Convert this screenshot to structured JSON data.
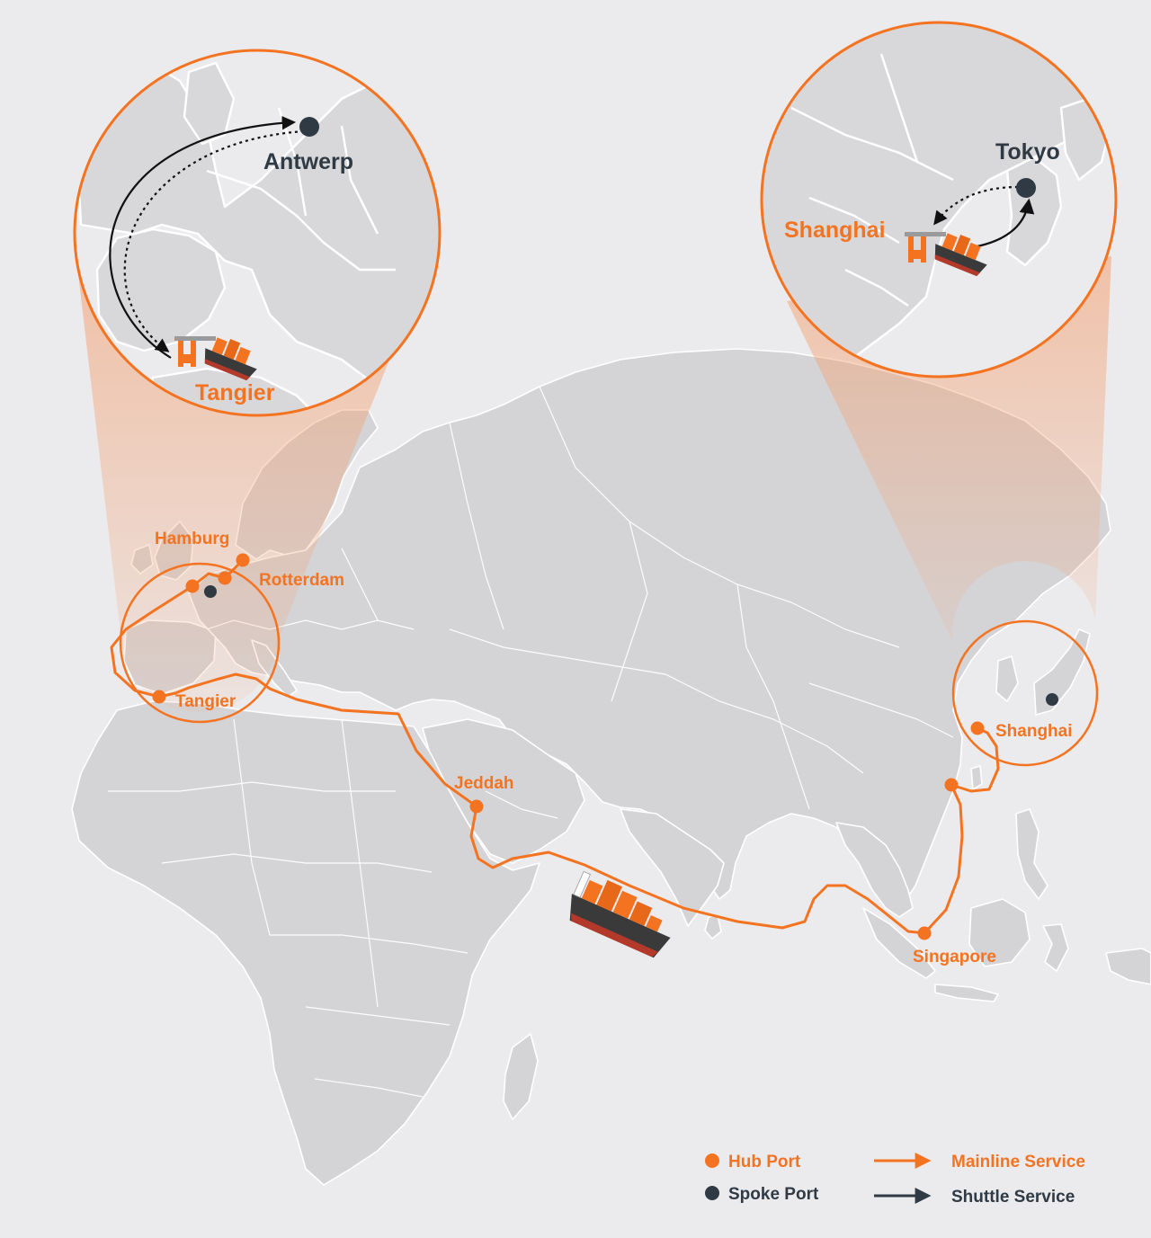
{
  "colors": {
    "hub": "#f47320",
    "spoke": "#2f3a45",
    "mainline": "#f47320",
    "shuttle": "#2f3a45",
    "background": "#ebebee",
    "land": "#d4d4d7"
  },
  "ports": {
    "hamburg": {
      "name": "Hamburg",
      "type": "hub"
    },
    "rotterdam": {
      "name": "Rotterdam",
      "type": "hub"
    },
    "tangier": {
      "name": "Tangier",
      "type": "hub"
    },
    "jeddah": {
      "name": "Jeddah",
      "type": "hub"
    },
    "singapore": {
      "name": "Singapore",
      "type": "hub"
    },
    "shanghai": {
      "name": "Shanghai",
      "type": "hub"
    },
    "antwerp": {
      "name": "Antwerp",
      "type": "spoke"
    },
    "tokyo": {
      "name": "Tokyo",
      "type": "spoke"
    }
  },
  "insets": {
    "europe": {
      "hub_label": "Tangier",
      "spoke_label": "Antwerp"
    },
    "asia": {
      "hub_label": "Shanghai",
      "spoke_label": "Tokyo"
    }
  },
  "legend": {
    "hub_port": "Hub Port",
    "spoke_port": "Spoke Port",
    "mainline_service": "Mainline Service",
    "shuttle_service": "Shuttle Service"
  },
  "ship_icon": "container-ship-icon",
  "crane_icon": "port-crane-icon"
}
